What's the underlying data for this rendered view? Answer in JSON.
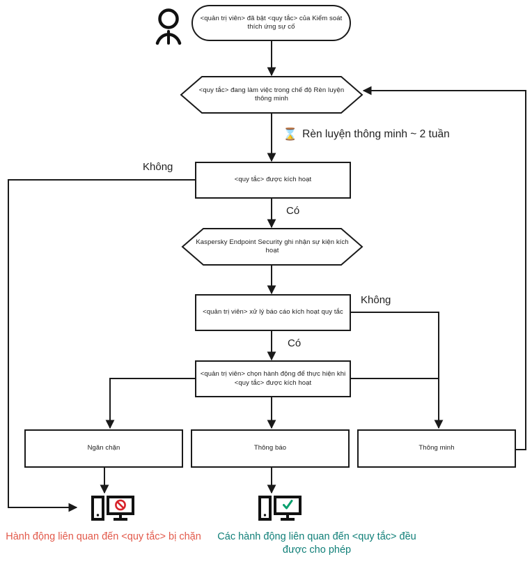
{
  "diagram": {
    "title": "Adaptive Anomaly Control rule workflow",
    "colors": {
      "stroke": "#1a1a1a",
      "blocked_text": "#e2594a",
      "allowed_text": "#107f78",
      "deny_icon": "#d8232a",
      "allow_icon": "#0aa06e"
    },
    "nodes": {
      "actor": {
        "icon": "user-icon",
        "label": ""
      },
      "start": {
        "shape": "rounded-rectangle",
        "text": "<quản trị viên> đã bật <quy tắc> của Kiểm soát thích ứng sự cố"
      },
      "learning": {
        "shape": "hexagon",
        "text": "<quy tắc> đang làm việc trong chế độ Rèn luyện thông minh"
      },
      "activated": {
        "shape": "rectangle",
        "text": "<quy tắc> được kích hoạt"
      },
      "event": {
        "shape": "hexagon",
        "text": "Kaspersky Endpoint Security ghi nhận sự kiện kích hoạt"
      },
      "report": {
        "shape": "rectangle",
        "text": "<quản trị viên> xử lý báo cáo kích hoạt quy tắc"
      },
      "choose_action": {
        "shape": "rectangle",
        "text": "<quản trị viên> chọn hành động để thực hiện khi <quy tắc> được kích hoạt"
      },
      "block": {
        "shape": "rectangle",
        "text": "Ngăn chặn"
      },
      "notify": {
        "shape": "rectangle",
        "text": "Thông báo"
      },
      "smart": {
        "shape": "rectangle",
        "text": "Thông minh"
      }
    },
    "edge_labels": {
      "timer": "Rèn luyện thông minh ~ 2 tuần",
      "timer_icon": "hourglass-icon",
      "activated_no": "Không",
      "activated_yes": "Có",
      "report_no": "Không",
      "report_yes": "Có"
    },
    "endpoints": {
      "blocked": {
        "icon": "desktop-blocked-icon",
        "caption": "Hành động liên quan đến <quy tắc> bị chặn"
      },
      "allowed": {
        "icon": "desktop-allowed-icon",
        "caption": "Các hành động liên quan đến <quy tắc> đều được cho phép"
      }
    }
  }
}
